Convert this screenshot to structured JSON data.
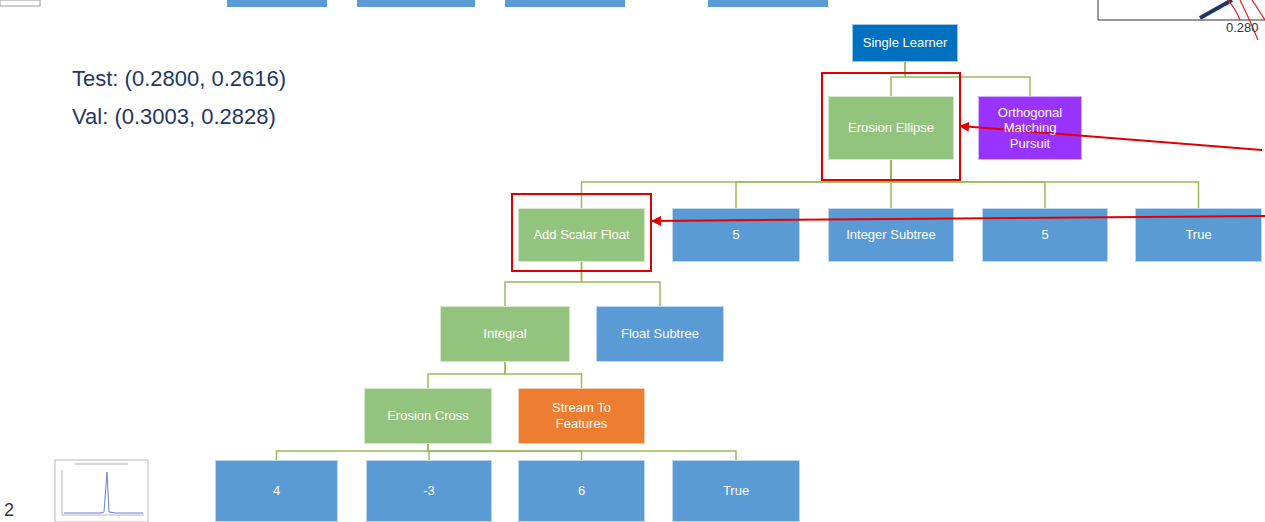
{
  "diagram": {
    "nodes": [
      {
        "text": [
          "Single Learner"
        ]
      },
      {
        "text": [
          "Erosion Ellipse"
        ]
      },
      {
        "text": [
          "Orthogonal Matching Pursuit"
        ]
      },
      {
        "text": [
          "Add Scalar Float"
        ]
      },
      {
        "text": [
          "5"
        ]
      },
      {
        "text": [
          "Integer Subtree"
        ]
      },
      {
        "text": [
          "5"
        ]
      },
      {
        "text": [
          "True"
        ]
      },
      {
        "text": [
          "Integral"
        ]
      },
      {
        "text": [
          "Float Subtree"
        ]
      },
      {
        "text": [
          "Erosion Cross"
        ]
      },
      {
        "text": [
          "Stream To Features"
        ]
      },
      {
        "text": [
          "4"
        ]
      },
      {
        "text": [
          "-3"
        ]
      },
      {
        "text": [
          "6"
        ]
      },
      {
        "text": [
          "True"
        ]
      }
    ],
    "edges": [
      {
        "from": 0,
        "to": 1,
        "arrow": "none"
      },
      {
        "from": 0,
        "to": 2,
        "arrow": "none"
      },
      {
        "from": 1,
        "to": 3,
        "arrow": "none"
      },
      {
        "from": 1,
        "to": 4,
        "arrow": "none"
      },
      {
        "from": 1,
        "to": 5,
        "arrow": "none"
      },
      {
        "from": 1,
        "to": 6,
        "arrow": "none"
      },
      {
        "from": 1,
        "to": 7,
        "arrow": "none"
      },
      {
        "from": 3,
        "to": 8,
        "arrow": "none"
      },
      {
        "from": 3,
        "to": 9,
        "arrow": "none"
      },
      {
        "from": 8,
        "to": 10,
        "arrow": "none"
      },
      {
        "from": 8,
        "to": 11,
        "arrow": "none"
      },
      {
        "from": 10,
        "to": 12,
        "arrow": "none"
      },
      {
        "from": 10,
        "to": 13,
        "arrow": "none"
      },
      {
        "from": 10,
        "to": 14,
        "arrow": "none"
      },
      {
        "from": 10,
        "to": 15,
        "arrow": "none"
      }
    ],
    "labels": [
      "Test: (0.2800, 0.2616)",
      "Val: (0.3003, 0.2828)",
      "0.280",
      "2"
    ]
  }
}
